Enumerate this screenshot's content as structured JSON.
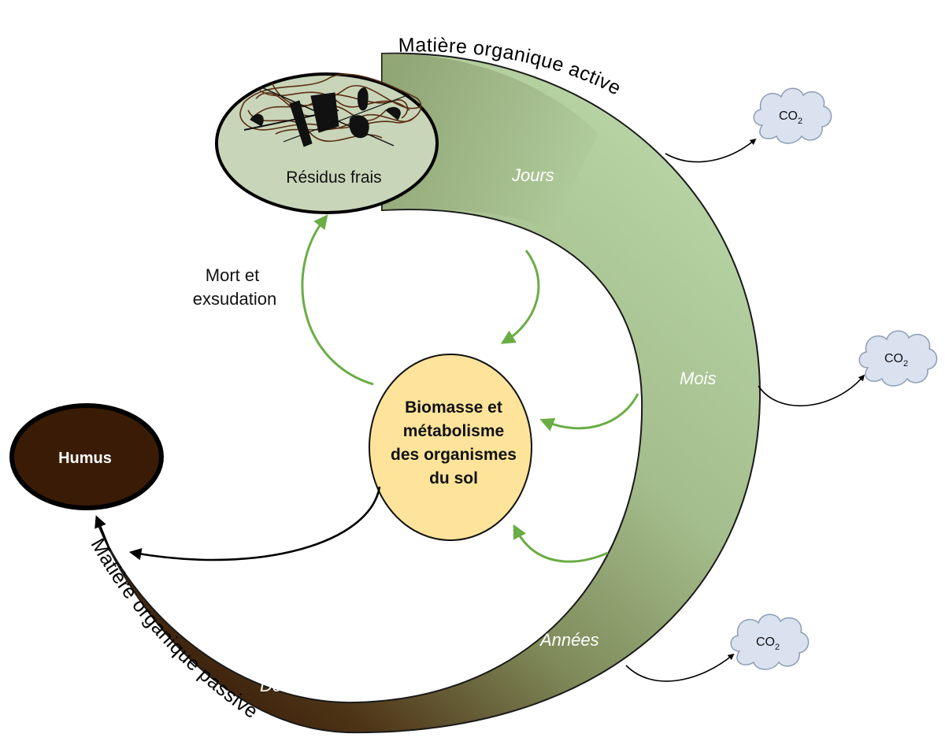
{
  "labels": {
    "active_matter": "Matière organique active",
    "passive_matter": "Matière organique passive",
    "fresh_residues": "Résidus frais",
    "humus": "Humus",
    "death_line1": "Mort et",
    "death_line2": "exsudation",
    "biomass_line1": "Biomasse et",
    "biomass_line2": "métabolisme",
    "biomass_line3": "des organismes",
    "biomass_line4": "du sol",
    "days": "Jours",
    "months": "Mois",
    "years": "Années",
    "decades": "Décennies",
    "co2_main": "CO",
    "co2_sub": "2"
  },
  "colors": {
    "band_light": "#b6d2a3",
    "band_mid": "#8a9868",
    "band_dark": "#351807",
    "green_arrow": "#6aad45",
    "biomass_fill": "#fde49a",
    "residue_fill": "#c9d5b9",
    "humus_fill": "#3a1c06",
    "cloud_fill": "#dae2f0",
    "cloud_stroke": "#8d9db5"
  }
}
